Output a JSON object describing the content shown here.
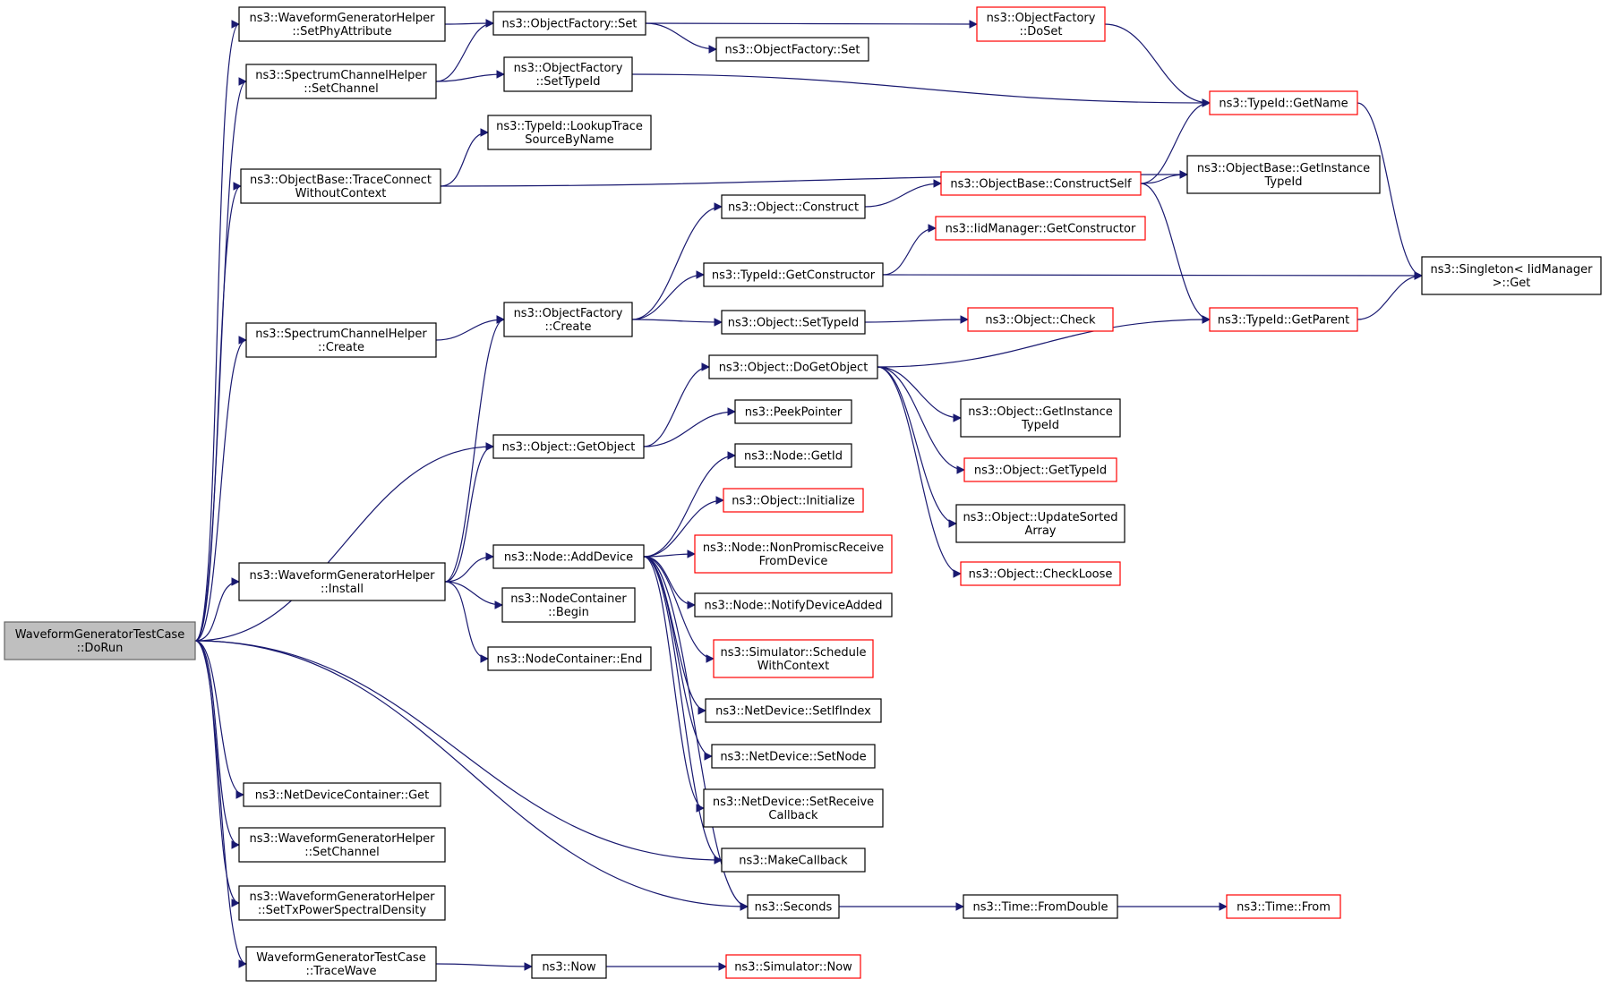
{
  "colors": {
    "edge": "#191970",
    "node_border": "#000000",
    "truncated_border": "#ff0000",
    "root_fill": "#bfbfbf"
  },
  "nodes": [
    {
      "id": "root",
      "lines": [
        "WaveformGeneratorTestCase",
        "::DoRun"
      ],
      "style": "root"
    },
    {
      "id": "wgh_setphy",
      "lines": [
        "ns3::WaveformGeneratorHelper",
        "::SetPhyAttribute"
      ]
    },
    {
      "id": "sch_setch",
      "lines": [
        "ns3::SpectrumChannelHelper",
        "::SetChannel"
      ]
    },
    {
      "id": "ob_tcwc",
      "lines": [
        "ns3::ObjectBase::TraceConnect",
        "WithoutContext"
      ]
    },
    {
      "id": "sch_create",
      "lines": [
        "ns3::SpectrumChannelHelper",
        "::Create"
      ]
    },
    {
      "id": "wgh_install",
      "lines": [
        "ns3::WaveformGeneratorHelper",
        "::Install"
      ]
    },
    {
      "id": "ndc_get",
      "lines": [
        "ns3::NetDeviceContainer::Get"
      ]
    },
    {
      "id": "wgh_setch",
      "lines": [
        "ns3::WaveformGeneratorHelper",
        "::SetChannel"
      ]
    },
    {
      "id": "wgh_settx",
      "lines": [
        "ns3::WaveformGeneratorHelper",
        "::SetTxPowerSpectralDensity"
      ]
    },
    {
      "id": "wgtc_trace",
      "lines": [
        "WaveformGeneratorTestCase",
        "::TraceWave"
      ]
    },
    {
      "id": "of_set1",
      "lines": [
        "ns3::ObjectFactory::Set"
      ]
    },
    {
      "id": "of_settype",
      "lines": [
        "ns3::ObjectFactory",
        "::SetTypeId"
      ]
    },
    {
      "id": "tid_lookup",
      "lines": [
        "ns3::TypeId::LookupTrace",
        "SourceByName"
      ]
    },
    {
      "id": "of_create",
      "lines": [
        "ns3::ObjectFactory",
        "::Create"
      ]
    },
    {
      "id": "obj_getobj",
      "lines": [
        "ns3::Object::GetObject"
      ]
    },
    {
      "id": "node_adddev",
      "lines": [
        "ns3::Node::AddDevice"
      ]
    },
    {
      "id": "nc_begin",
      "lines": [
        "ns3::NodeContainer",
        "::Begin"
      ]
    },
    {
      "id": "nc_end",
      "lines": [
        "ns3::NodeContainer::End"
      ]
    },
    {
      "id": "ns3_now",
      "lines": [
        "ns3::Now"
      ]
    },
    {
      "id": "of_set2",
      "lines": [
        "ns3::ObjectFactory::Set"
      ]
    },
    {
      "id": "obj_construct",
      "lines": [
        "ns3::Object::Construct"
      ]
    },
    {
      "id": "tid_getctor",
      "lines": [
        "ns3::TypeId::GetConstructor"
      ]
    },
    {
      "id": "obj_settype",
      "lines": [
        "ns3::Object::SetTypeId"
      ]
    },
    {
      "id": "obj_dogetobj",
      "lines": [
        "ns3::Object::DoGetObject"
      ]
    },
    {
      "id": "peekptr",
      "lines": [
        "ns3::PeekPointer"
      ]
    },
    {
      "id": "node_getid",
      "lines": [
        "ns3::Node::GetId"
      ]
    },
    {
      "id": "obj_init",
      "lines": [
        "ns3::Object::Initialize"
      ],
      "style": "trunc"
    },
    {
      "id": "node_npr",
      "lines": [
        "ns3::Node::NonPromiscReceive",
        "FromDevice"
      ],
      "style": "trunc"
    },
    {
      "id": "node_notify",
      "lines": [
        "ns3::Node::NotifyDeviceAdded"
      ]
    },
    {
      "id": "sim_swc",
      "lines": [
        "ns3::Simulator::Schedule",
        "WithContext"
      ],
      "style": "trunc"
    },
    {
      "id": "nd_setif",
      "lines": [
        "ns3::NetDevice::SetIfIndex"
      ]
    },
    {
      "id": "nd_setnode",
      "lines": [
        "ns3::NetDevice::SetNode"
      ]
    },
    {
      "id": "nd_setrecv",
      "lines": [
        "ns3::NetDevice::SetReceive",
        "Callback"
      ]
    },
    {
      "id": "makecb",
      "lines": [
        "ns3::MakeCallback"
      ]
    },
    {
      "id": "seconds",
      "lines": [
        "ns3::Seconds"
      ]
    },
    {
      "id": "sim_now",
      "lines": [
        "ns3::Simulator::Now"
      ],
      "style": "trunc"
    },
    {
      "id": "of_doset",
      "lines": [
        "ns3::ObjectFactory",
        "::DoSet"
      ],
      "style": "trunc"
    },
    {
      "id": "ob_constructself",
      "lines": [
        "ns3::ObjectBase::ConstructSelf"
      ],
      "style": "trunc"
    },
    {
      "id": "iid_getctor",
      "lines": [
        "ns3::IidManager::GetConstructor"
      ],
      "style": "trunc"
    },
    {
      "id": "obj_check",
      "lines": [
        "ns3::Object::Check"
      ],
      "style": "trunc"
    },
    {
      "id": "obj_getinst",
      "lines": [
        "ns3::Object::GetInstance",
        "TypeId"
      ]
    },
    {
      "id": "obj_gettypeid",
      "lines": [
        "ns3::Object::GetTypeId"
      ],
      "style": "trunc"
    },
    {
      "id": "obj_updsorted",
      "lines": [
        "ns3::Object::UpdateSorted",
        "Array"
      ]
    },
    {
      "id": "obj_checkloose",
      "lines": [
        "ns3::Object::CheckLoose"
      ],
      "style": "trunc"
    },
    {
      "id": "time_fromdouble",
      "lines": [
        "ns3::Time::FromDouble"
      ]
    },
    {
      "id": "tid_getname",
      "lines": [
        "ns3::TypeId::GetName"
      ],
      "style": "trunc"
    },
    {
      "id": "ob_getinst",
      "lines": [
        "ns3::ObjectBase::GetInstance",
        "TypeId"
      ]
    },
    {
      "id": "tid_getparent",
      "lines": [
        "ns3::TypeId::GetParent"
      ],
      "style": "trunc"
    },
    {
      "id": "time_from",
      "lines": [
        "ns3::Time::From"
      ],
      "style": "trunc"
    },
    {
      "id": "singleton_get",
      "lines": [
        "ns3::Singleton< IidManager",
        ">::Get"
      ]
    }
  ],
  "edges": [
    [
      "root",
      "wgh_setphy"
    ],
    [
      "root",
      "sch_setch"
    ],
    [
      "root",
      "ob_tcwc"
    ],
    [
      "root",
      "sch_create"
    ],
    [
      "root",
      "obj_getobj"
    ],
    [
      "root",
      "wgh_install"
    ],
    [
      "root",
      "ndc_get"
    ],
    [
      "root",
      "wgh_setch"
    ],
    [
      "root",
      "wgh_settx"
    ],
    [
      "root",
      "wgtc_trace"
    ],
    [
      "root",
      "makecb"
    ],
    [
      "root",
      "seconds"
    ],
    [
      "wgh_setphy",
      "of_set1"
    ],
    [
      "sch_setch",
      "of_set1"
    ],
    [
      "sch_setch",
      "of_settype"
    ],
    [
      "ob_tcwc",
      "tid_lookup"
    ],
    [
      "ob_tcwc",
      "ob_getinst"
    ],
    [
      "sch_create",
      "of_create"
    ],
    [
      "wgh_install",
      "of_create"
    ],
    [
      "wgh_install",
      "obj_getobj"
    ],
    [
      "wgh_install",
      "node_adddev"
    ],
    [
      "wgh_install",
      "nc_begin"
    ],
    [
      "wgh_install",
      "nc_end"
    ],
    [
      "wgtc_trace",
      "ns3_now"
    ],
    [
      "of_set1",
      "of_set2"
    ],
    [
      "of_set1",
      "of_doset"
    ],
    [
      "of_settype",
      "tid_getname"
    ],
    [
      "of_create",
      "obj_construct"
    ],
    [
      "of_create",
      "tid_getctor"
    ],
    [
      "of_create",
      "obj_settype"
    ],
    [
      "obj_getobj",
      "obj_dogetobj"
    ],
    [
      "obj_getobj",
      "peekptr"
    ],
    [
      "node_adddev",
      "node_getid"
    ],
    [
      "node_adddev",
      "obj_init"
    ],
    [
      "node_adddev",
      "node_npr"
    ],
    [
      "node_adddev",
      "node_notify"
    ],
    [
      "node_adddev",
      "sim_swc"
    ],
    [
      "node_adddev",
      "nd_setif"
    ],
    [
      "node_adddev",
      "nd_setnode"
    ],
    [
      "node_adddev",
      "nd_setrecv"
    ],
    [
      "node_adddev",
      "makecb"
    ],
    [
      "node_adddev",
      "seconds"
    ],
    [
      "ns3_now",
      "sim_now"
    ],
    [
      "of_doset",
      "tid_getname"
    ],
    [
      "obj_construct",
      "ob_constructself"
    ],
    [
      "ob_constructself",
      "tid_getname"
    ],
    [
      "ob_constructself",
      "ob_getinst"
    ],
    [
      "ob_constructself",
      "tid_getparent"
    ],
    [
      "tid_getctor",
      "iid_getctor"
    ],
    [
      "tid_getctor",
      "singleton_get"
    ],
    [
      "obj_settype",
      "obj_check"
    ],
    [
      "obj_dogetobj",
      "tid_getparent"
    ],
    [
      "obj_dogetobj",
      "obj_getinst"
    ],
    [
      "obj_dogetobj",
      "obj_gettypeid"
    ],
    [
      "obj_dogetobj",
      "obj_updsorted"
    ],
    [
      "obj_dogetobj",
      "obj_checkloose"
    ],
    [
      "seconds",
      "time_fromdouble"
    ],
    [
      "time_fromdouble",
      "time_from"
    ],
    [
      "tid_getname",
      "singleton_get"
    ],
    [
      "tid_getparent",
      "singleton_get"
    ]
  ]
}
